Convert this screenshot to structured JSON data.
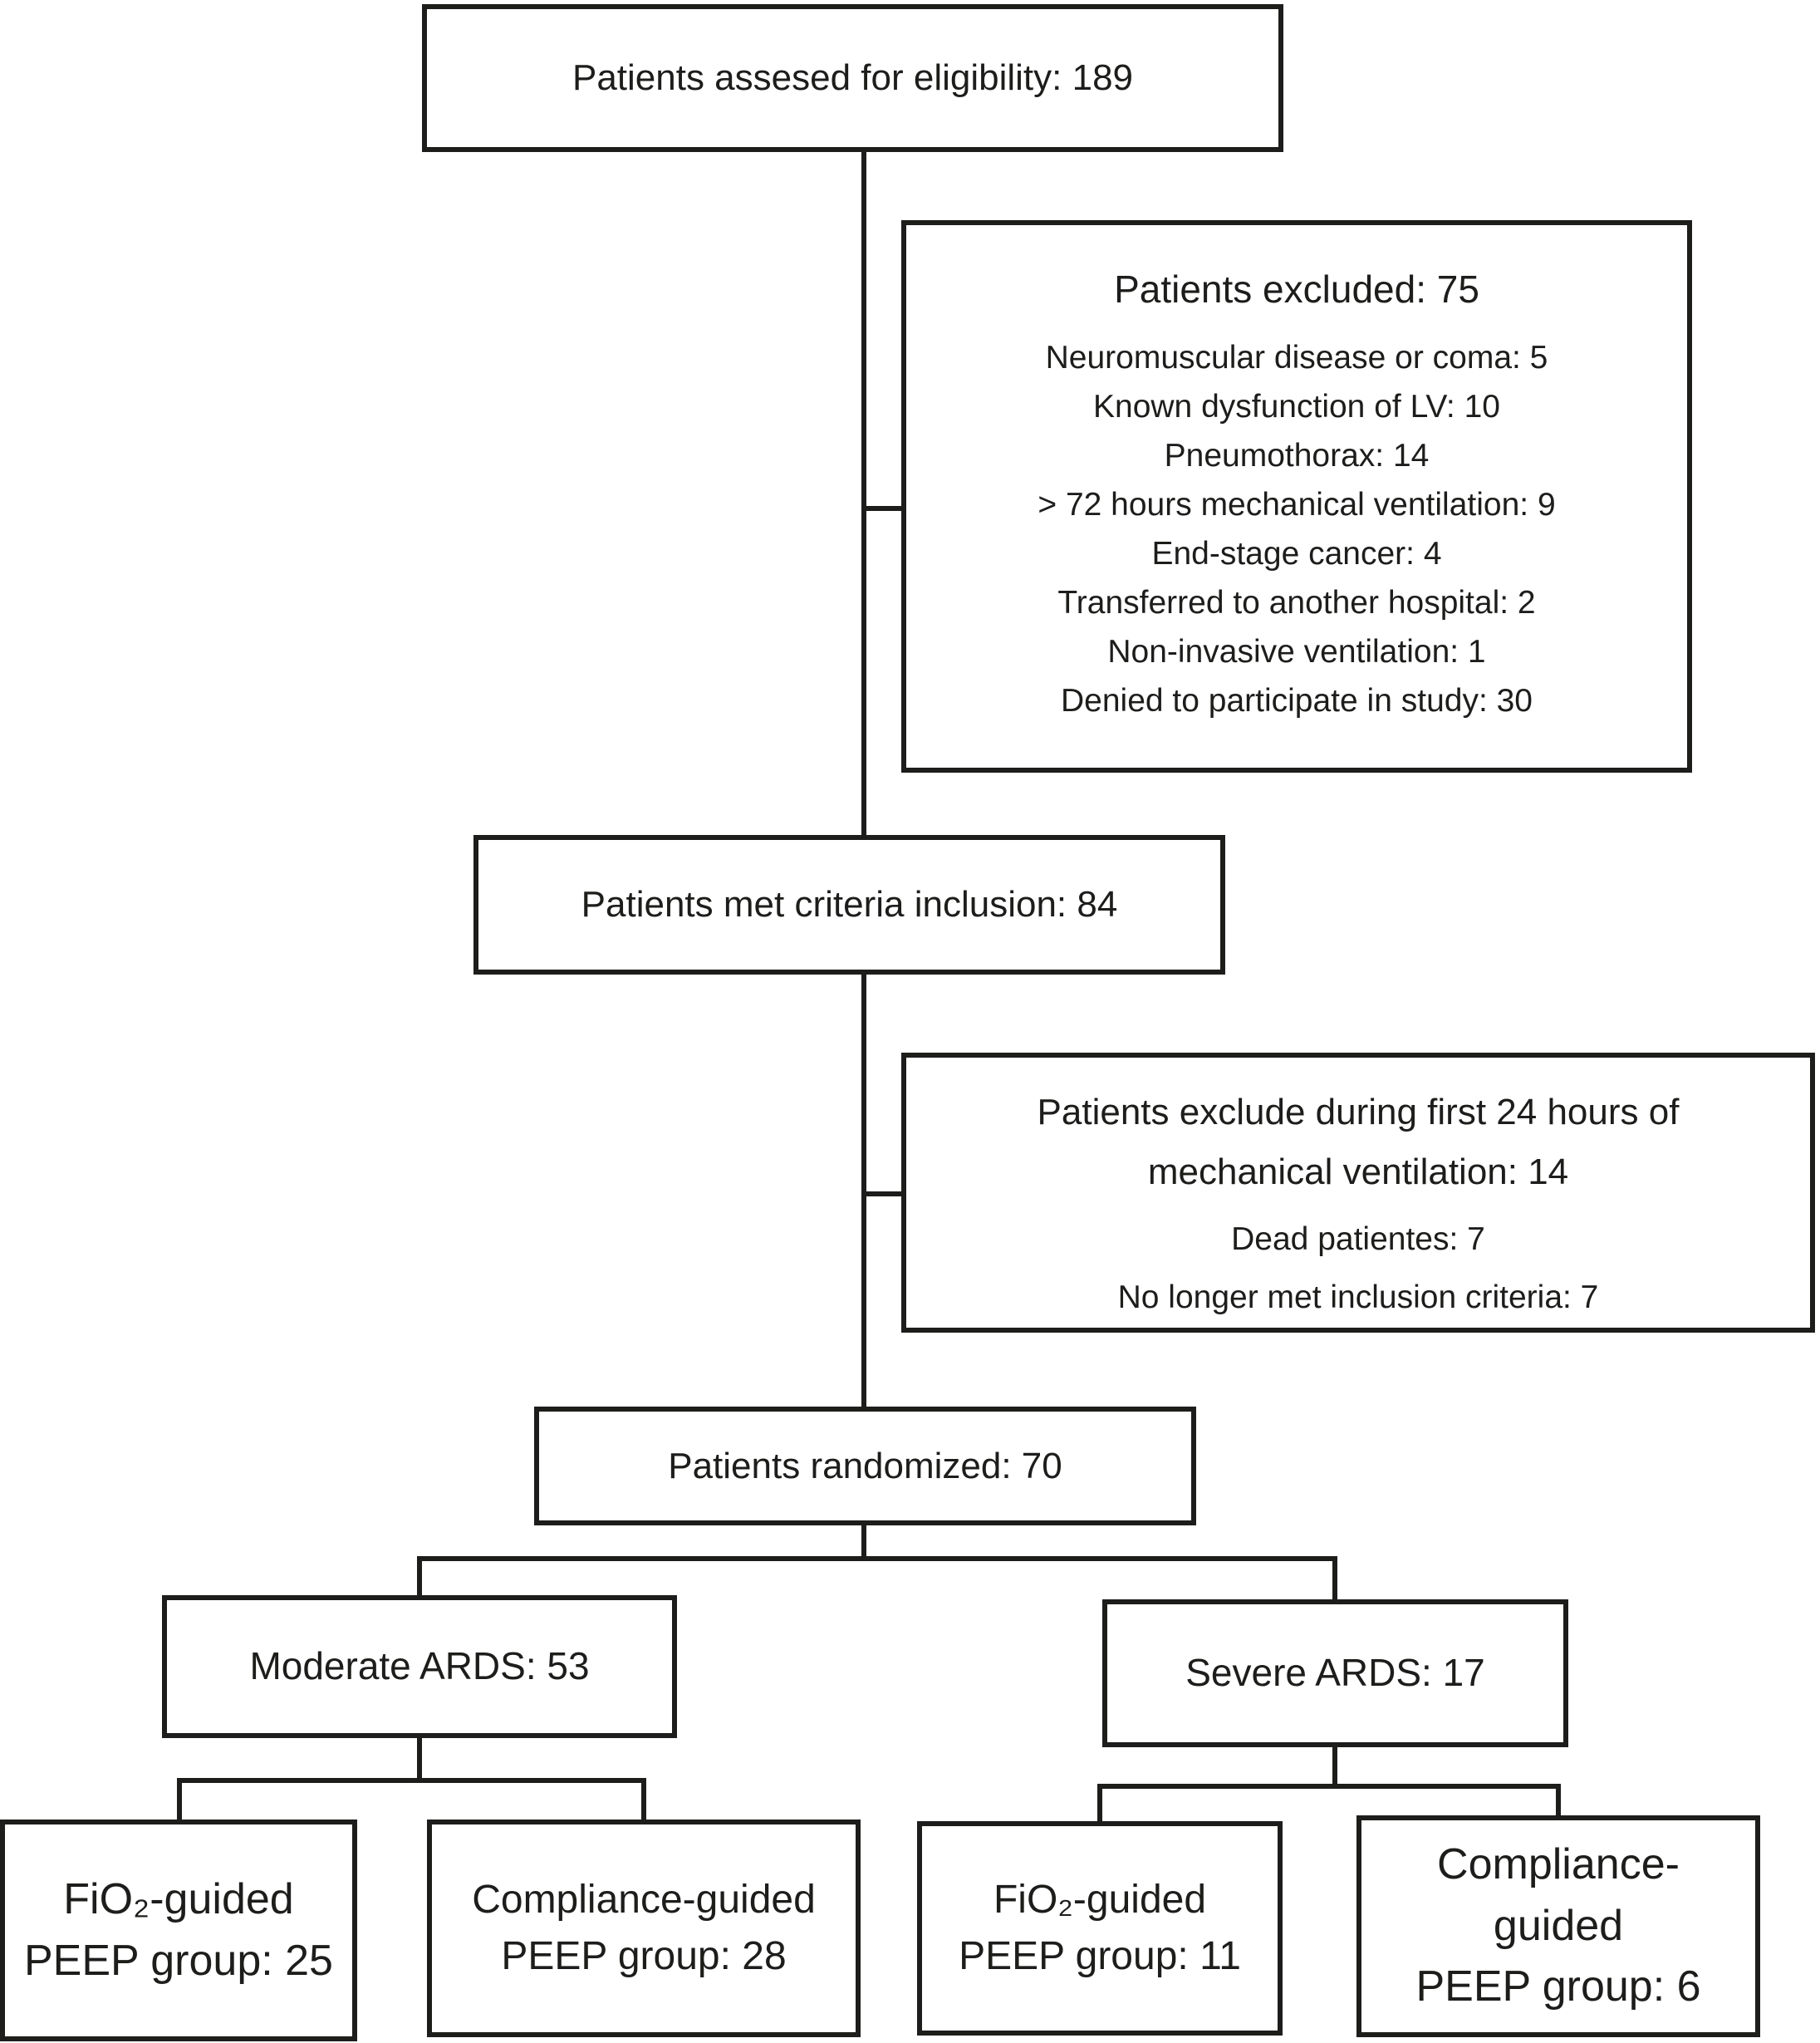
{
  "diagram": {
    "description": "Patient enrollment flowchart",
    "colors": {
      "line": "#1d1d1b",
      "text": "#1d1d1b",
      "background": "#ffffff"
    },
    "boxes": {
      "eligibility": {
        "label": "Patients assesed for eligibility: 189"
      },
      "excluded": {
        "title": "Patients excluded: 75",
        "items": [
          "Neuromuscular disease or coma: 5",
          "Known dysfunction of LV: 10",
          "Pneumothorax: 14",
          "> 72 hours mechanical ventilation: 9",
          "End-stage cancer: 4",
          "Transferred to another hospital: 2",
          "Non-invasive ventilation: 1",
          "Denied to participate in study: 30"
        ]
      },
      "met_criteria": {
        "label": "Patients met criteria inclusion: 84"
      },
      "excluded_24h": {
        "title": "Patients exclude during  first 24 hours of mechanical ventilation: 14",
        "items": [
          "Dead patientes: 7",
          "No longer met inclusion criteria: 7"
        ]
      },
      "randomized": {
        "label": "Patients randomized: 70"
      },
      "moderate_ards": {
        "label": "Moderate ARDS: 53"
      },
      "severe_ards": {
        "label": "Severe ARDS: 17"
      },
      "fio2_moderate": {
        "lines": [
          "FiO₂-guided",
          "PEEP group: 25"
        ]
      },
      "compliance_moderate": {
        "lines": [
          "Compliance-guided",
          "PEEP group: 28"
        ]
      },
      "fio2_severe": {
        "lines": [
          "FiO₂-guided",
          "PEEP group: 11"
        ]
      },
      "compliance_severe": {
        "lines": [
          "Compliance-",
          "guided",
          "PEEP group: 6"
        ]
      }
    }
  }
}
